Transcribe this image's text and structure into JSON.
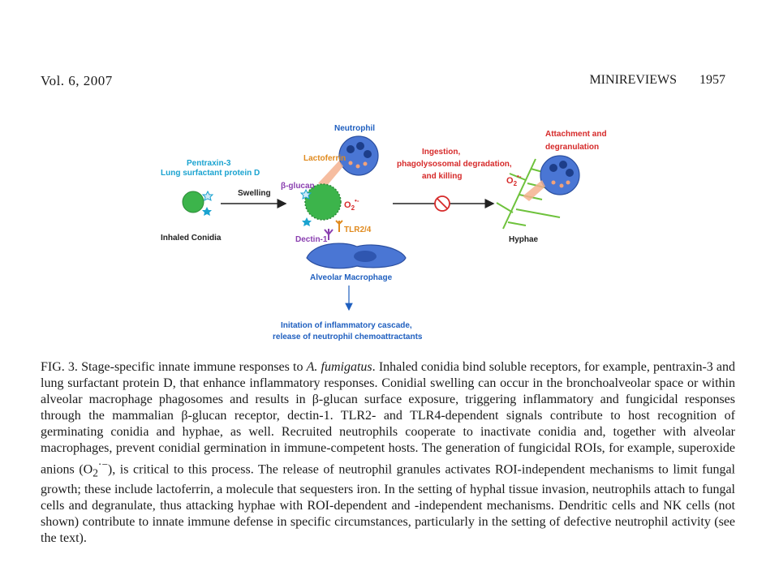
{
  "header": {
    "volume": "Vol. 6, 2007",
    "section": "MINIREVIEWS",
    "page_number": "1957"
  },
  "figure": {
    "neutrophil": "Neutrophil",
    "pentraxin": "Pentraxin-3",
    "lung_surfactant": "Lung surfactant protein D",
    "swelling": "Swelling",
    "lactoferrin": "Lactoferrin",
    "beta_glucan": "β-glucan",
    "o2_top": "O",
    "o2_sub": "2",
    "o2_sup": "•-",
    "tlr": "TLR2/4",
    "dectin": "Dectin-1",
    "inhaled_conidia": "Inhaled Conidia",
    "alveolar_macrophage": "Alveolar Macrophage",
    "ingestion_line1": "Ingestion,",
    "ingestion_line2": "phagolysosomal degradation,",
    "ingestion_line3": "and killing",
    "attachment_line1": "Attachment and",
    "attachment_line2": "degranulation",
    "hyphae": "Hyphae",
    "cascade_line1": "Initation of inflammatory cascade,",
    "cascade_line2": "release of neutrophil chemoattractants",
    "colors": {
      "blue_label": "#1f5fbf",
      "red_label": "#d62a2a",
      "purple_label": "#8a3fb0",
      "orange_label": "#e08a1e",
      "cyan_label": "#1aa3d0",
      "conidia_green": "#3cb44b",
      "cell_blue": "#4a76d4",
      "hyphae_green": "#6ec23c"
    }
  },
  "caption": {
    "fig_label": "FIG. 3.",
    "seg1": " Stage-specific innate immune responses to ",
    "species": "A. fumigatus",
    "seg2": ". Inhaled conidia bind soluble receptors, for example, pentraxin-3 and lung surfactant protein D, that enhance inflammatory responses. Conidial swelling can occur in the bronchoalveolar space or within alveolar macrophage phagosomes and results in β-glucan surface exposure, triggering inflammatory and fungicidal responses through the mammalian β-glucan receptor, dectin-1. TLR2- and TLR4-dependent signals contribute to host recognition of germinating conidia and hyphae, as well. Recruited neutrophils cooperate to inactivate conidia and, together with alveolar macrophages, prevent conidial germination in immune-competent hosts. The generation of fungicidal ROIs, for example, superoxide anions (O",
    "o2_sub": "2",
    "o2_sup": "·−",
    "seg3": "), is critical to this process. The release of neutrophil granules activates ROI-independent mechanisms to limit fungal growth; these include lactoferrin, a molecule that sequesters iron. In the setting of hyphal tissue invasion, neutrophils attach to fungal cells and degranulate, thus attacking hyphae with ROI-dependent and -independent mechanisms. Dendritic cells and NK cells (not shown) contribute to innate immune defense in specific circumstances, particularly in the setting of defective neutrophil activity (see the text)."
  }
}
